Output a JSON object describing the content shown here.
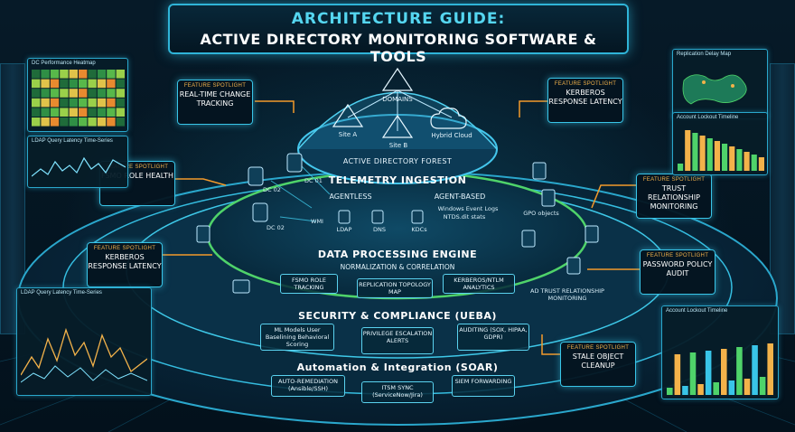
{
  "title": {
    "line1": "ARCHITECTURE GUIDE:",
    "line2": "ACTIVE DIRECTORY MONITORING SOFTWARE & TOOLS"
  },
  "forest": {
    "root": "DOMAINS",
    "site_a": "Site A",
    "site_b": "Site B",
    "hybrid": "Hybrid Cloud",
    "name": "ACTIVE DIRECTORY FOREST"
  },
  "telemetry": {
    "title": "TELEMETRY INGESTION",
    "agentless": "AGENTLESS",
    "agent_based": "AGENT-BASED",
    "agent_items": [
      "Windows Event Logs",
      "NTDS.dit stats"
    ],
    "wmi": "WMI",
    "ldap": "LDAP",
    "dns": "DNS",
    "kdcs": "KDCs",
    "dc01": "DC 01",
    "dc02_top": "DC 02",
    "dc02_bottom": "DC 02",
    "gpo": "GPO objects"
  },
  "processing": {
    "title": "DATA PROCESSING ENGINE",
    "subtitle": "NORMALIZATION & CORRELATION",
    "items": [
      "FSMO ROLE TRACKING",
      "REPLICATION TOPOLOGY MAP",
      "KERBEROS/NTLM ANALYTICS"
    ],
    "ad_trust": "AD TRUST RELATIONSHIP MONITORING"
  },
  "security": {
    "title": "SECURITY & COMPLIANCE (UEBA)",
    "items": [
      "ML Models User Baselining Behavioral Scoring",
      "PRIVILEGE ESCALATION ALERTS",
      "AUDITING (SOX, HIPAA, GDPR)"
    ]
  },
  "automation": {
    "title": "Automation & Integration (SOAR)",
    "items": [
      "AUTO-REMEDIATION (Ansible/SSH)",
      "ITSM SYNC (ServiceNow/Jira)",
      "SIEM FORWARDING"
    ]
  },
  "spotlight_header": "FEATURE SPOTLIGHT",
  "spotlights": {
    "realtime": "REAL-TIME CHANGE TRACKING",
    "fsmo": "FSMO ROLE HEALTH",
    "kerberos_left": "KERBEROS RESPONSE LATENCY",
    "kerberos_right": "KERBEROS RESPONSE LATENCY",
    "trust": "TRUST RELATIONSHIP MONITORING",
    "password": "PASSWORD POLICY AUDIT",
    "stale": "STALE OBJECT CLEANUP"
  },
  "monitors": {
    "heatmap": "DC Performance Heatmap",
    "ldap_top": "LDAP Query Latency Time-Series",
    "ldap_bottom": "LDAP Query Latency Time-Series",
    "replication": "Replication Delay Map",
    "lockout_top": "Account Lockout Timeline",
    "lockout_bottom": "Account Lockout Timeline"
  },
  "colors": {
    "accent": "#39c5e8",
    "orange_link": "#f39a2b",
    "green_ring": "#4fd36a",
    "title_cyan": "#55d6f0"
  }
}
